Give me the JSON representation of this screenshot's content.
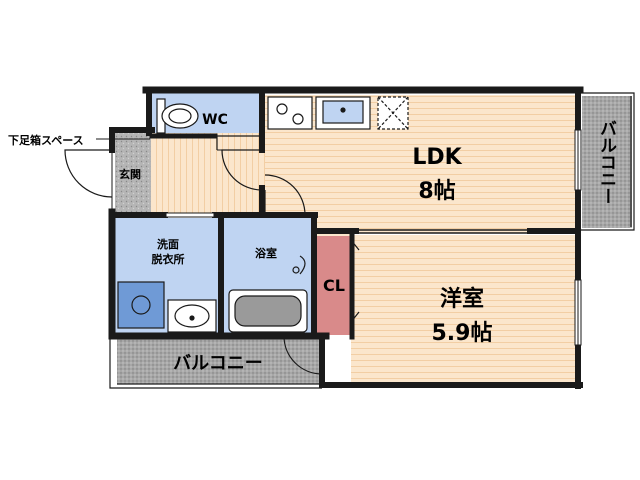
{
  "labels": {
    "geta_space": "下足箱スペース",
    "genkan": "玄関",
    "wc": "WC",
    "ldk_name": "LDK",
    "ldk_size": "8帖",
    "senmen_1": "洗面",
    "senmen_2": "脱衣所",
    "yokushitsu": "浴室",
    "cl": "CL",
    "yoshitsu_name": "洋室",
    "yoshitsu_size": "5.9帖",
    "balcony_bottom": "バルコニー",
    "balcony_right": "バルコニー"
  },
  "colors": {
    "wall": "#1a1a1a",
    "wood_floor": "#fbe6cc",
    "wood_line": "#f0c89a",
    "wet_area": "#bfd4f2",
    "closet": "#d98a8a",
    "balcony": "#a7a7a7",
    "fixture_gray": "#9a9a9a"
  }
}
